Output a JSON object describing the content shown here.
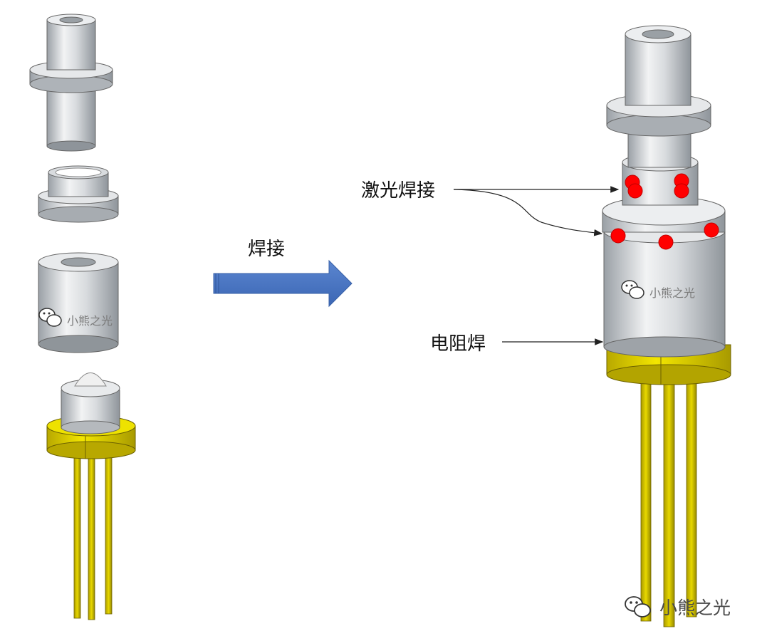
{
  "labels": {
    "weld_arrow": "焊接",
    "laser_weld": "激光焊接",
    "resistance_weld": "电阻焊"
  },
  "watermark": {
    "text": "小熊之光",
    "icon": "wechat-icon"
  },
  "colors": {
    "arrow_fill": "#4472C4",
    "weld_point": "#ff0000",
    "gold_flange": "#e3d800",
    "gold_pin": "#d6c400",
    "metal_dark": "#9da3a8",
    "metal_light": "#f4f5f6"
  }
}
